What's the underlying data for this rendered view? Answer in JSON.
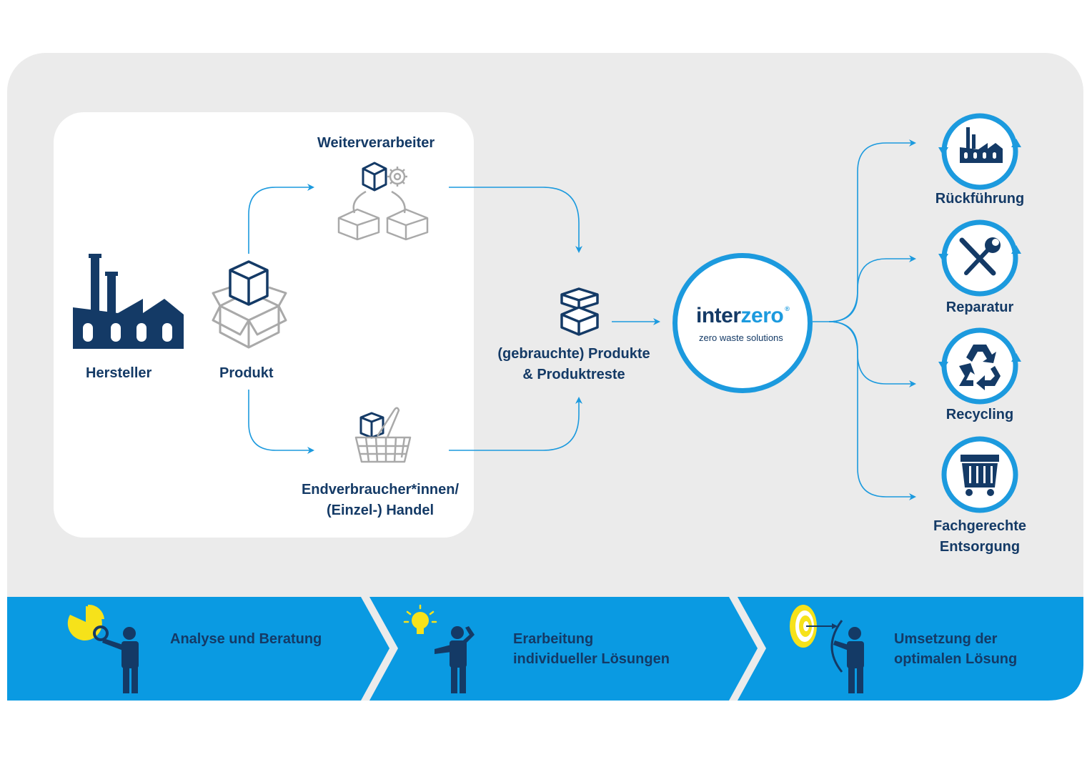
{
  "flow": {
    "hersteller": "Hersteller",
    "produkt": "Produkt",
    "weiterverarbeiter": "Weiterverarbeiter",
    "endverbraucher_line1": "Endverbraucher*innen/",
    "endverbraucher_line2": "(Einzel-) Handel",
    "gebrauchte_line1": "(gebrauchte) Produkte",
    "gebrauchte_line2": "& Produktreste"
  },
  "logo": {
    "word_part1": "inter",
    "word_part2": "zero",
    "registered": "®",
    "tagline": "zero waste solutions"
  },
  "outcomes": {
    "rueckfuehrung": "Rückführung",
    "reparatur": "Reparatur",
    "recycling": "Recycling",
    "entsorgung_line1": "Fachgerechte",
    "entsorgung_line2": "Entsorgung"
  },
  "stages": {
    "analyse": "Analyse und Beratung",
    "erarbeitung_line1": "Erarbeitung",
    "erarbeitung_line2": "individueller Lösungen",
    "umsetzung_line1": "Umsetzung der",
    "umsetzung_line2": "optimalen Lösung"
  },
  "colors": {
    "navy": "#143a66",
    "blue": "#1c9ade",
    "gray_icon": "#a9a9a9",
    "yellow": "#f6e21a",
    "panel_bg": "#ebebeb"
  },
  "icons": [
    "factory-icon",
    "open-box-icon",
    "box-gear-icon",
    "shopping-basket-icon",
    "stacked-boxes-icon",
    "return-factory-icon",
    "tools-icon",
    "recycle-icon",
    "waste-container-icon",
    "pie-chart-icon",
    "lightbulb-icon",
    "target-icon"
  ]
}
